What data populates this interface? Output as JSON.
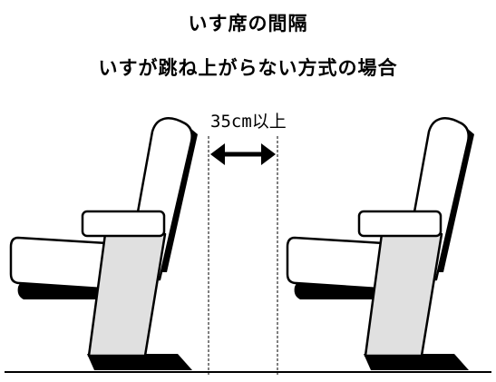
{
  "title": "いす席の間隔",
  "subtitle": "いすが跳ね上がらない方式の場合",
  "dimension_label": "35cm以上"
}
